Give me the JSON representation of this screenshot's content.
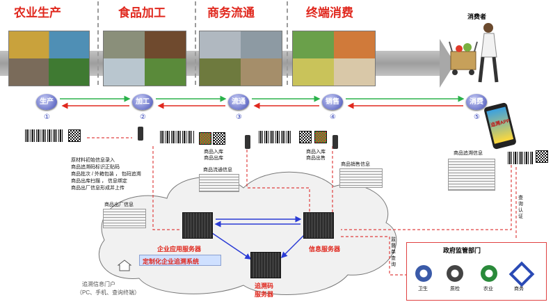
{
  "stages": [
    "农业生产",
    "食品加工",
    "商务流通",
    "终端消费"
  ],
  "consumer": "消费者",
  "nodes": [
    {
      "label": "生产",
      "num": "①"
    },
    {
      "label": "加工",
      "num": "②"
    },
    {
      "label": "流通",
      "num": "③"
    },
    {
      "label": "销售",
      "num": "④"
    },
    {
      "label": "消费",
      "num": "⑤"
    }
  ],
  "processing_notes": [
    "原材料初始信息录入",
    "商品追溯码标识正贴码",
    "商品批次    / 外箱包装  ，     包码追溯",
    "商品出库扫描   ，  信息绑定",
    "商品出厂信息形成并上传"
  ],
  "labels": {
    "factory_info": "商品出厂信息",
    "in_out_3a": "商品入库",
    "in_out_3b": "商品出库",
    "circulation_info": "商品流通信息",
    "in_out_4a": "商品入库",
    "in_out_4b": "商品出售",
    "sales_info": "商品销售信息",
    "query_info": "商品追溯信息",
    "app_text": "追溯APP"
  },
  "servers": {
    "enterprise": "企业应用服务器",
    "custom_system": "定制化企业追溯系统",
    "info": "信息服务器",
    "trace": "追溯码",
    "trace2": "服务器"
  },
  "portal": {
    "title": "追溯信息门户",
    "subtitle": "（PC、手机、查询终端）"
  },
  "side_labels": {
    "supervise": "监督单查询",
    "inspect": "查询认证"
  },
  "gov": {
    "title": "政府监管部门",
    "depts": [
      "卫生",
      "质检",
      "农业",
      "商务"
    ]
  }
}
